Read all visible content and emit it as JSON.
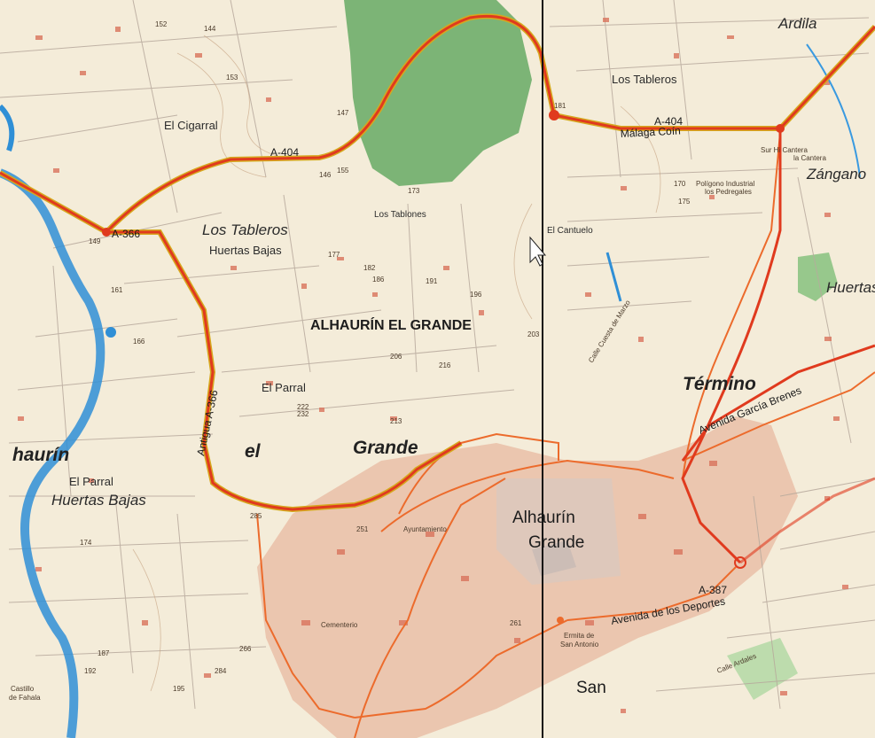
{
  "colors": {
    "land": "#f4ecd9",
    "forest": "#6fae6a",
    "town": "#e8b9a0",
    "water": "#2f8fd6",
    "road_main": "#e03a1e",
    "road_edge": "#d6a81e",
    "road_local": "#ec6b2c",
    "field_line": "#b7a99c",
    "building": "#d9735c",
    "grid": "#111111"
  },
  "labels": {
    "municipality": "ALHAURÍN EL GRANDE",
    "los_tableros_w": "Los Tableros",
    "huertas_bajas_n": "Huertas Bajas",
    "los_tablones": "Los Tablones",
    "el_cantuelo": "El Cantuelo",
    "el_ciguena": "El Cigarral",
    "los_tableros_ne": "Los Tableros",
    "ardila": "Ardila",
    "zangano": "Zángano",
    "huertas_e": "Huertas",
    "poligono": "Polígono Industrial",
    "poligono2": "los Pedregales",
    "cantera": "Sur Hi Cantera",
    "cantera2": "la Cantera",
    "el_parral_c": "El Parral",
    "el_parral_sw": "El Parral",
    "huertas_bajas_sw": "Huertas Bajas",
    "alhaurin_town": "Alhaurín",
    "grande_town": "Grande",
    "ayuntamiento": "Ayuntamiento",
    "cementerio": "Cementerio",
    "ermita": "Ermita de",
    "ermita2": "San Antonio",
    "castillo": "Castillo",
    "castillo2": "de Fahala",
    "san": "San",
    "calle_cuesta_marzo": "Calle Cuesta de Marzo",
    "avenida_garcia": "Avenida García Brenes",
    "termino": "Término",
    "region_left": "haurín",
    "region_el": "el",
    "region_grande": "Grande",
    "antigua": "Antigua A-366",
    "avenida_deportes": "Avenida de los Deportes",
    "calle_ardales": "Calle Ardales",
    "road_a404_w": "A-404",
    "road_a404_e": "A-404",
    "road_a366": "A-366",
    "road_a387": "A-387",
    "road_malaga": "Málaga Coín"
  },
  "spot_heights": [
    "152",
    "144",
    "153",
    "147",
    "146",
    "155",
    "149",
    "170",
    "173",
    "175",
    "177",
    "182",
    "186",
    "191",
    "196",
    "203",
    "206",
    "216",
    "222",
    "232",
    "213",
    "251",
    "261",
    "285",
    "266",
    "284",
    "192",
    "187",
    "195",
    "181",
    "174",
    "166",
    "161"
  ]
}
